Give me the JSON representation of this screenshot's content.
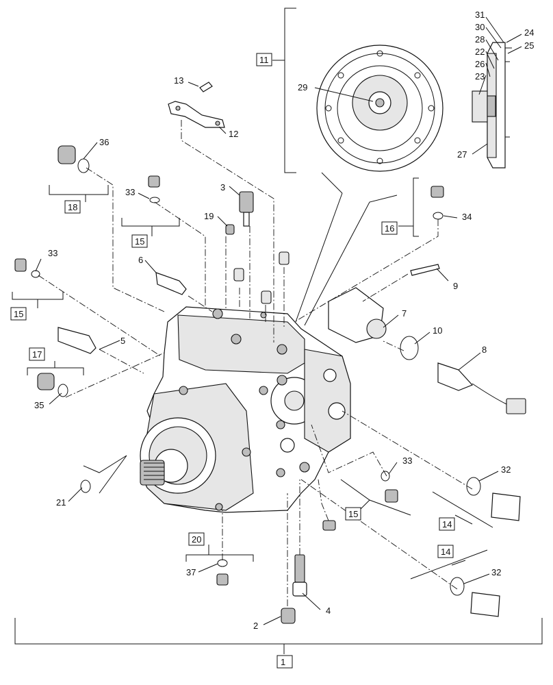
{
  "labels": {
    "l1": "1",
    "l2": "2",
    "l3": "3",
    "l4": "4",
    "l5": "5",
    "l6": "6",
    "l7": "7",
    "l8": "8",
    "l9": "9",
    "l10": "10",
    "l11": "11",
    "l12": "12",
    "l13": "13",
    "l14a": "14",
    "l14b": "14",
    "l15a": "15",
    "l15b": "15",
    "l15c": "15",
    "l16": "16",
    "l17": "17",
    "l18": "18",
    "l19": "19",
    "l20": "20",
    "l21": "21",
    "l22": "22",
    "l23": "23",
    "l24": "24",
    "l25": "25",
    "l26": "26",
    "l27": "27",
    "l28": "28",
    "l29": "29",
    "l30": "30",
    "l31": "31",
    "l32a": "32",
    "l32b": "32",
    "l33a": "33",
    "l33b": "33",
    "l33c": "33",
    "l34": "34",
    "l35": "35",
    "l36": "36",
    "l37": "37"
  }
}
